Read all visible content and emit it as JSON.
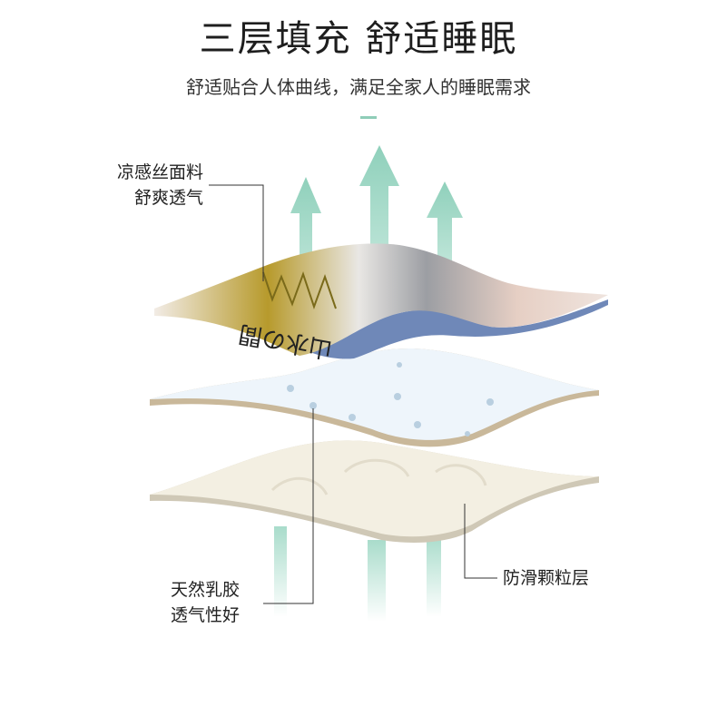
{
  "header": {
    "title": "三层填充 舒适睡眠",
    "subtitle": "舒适贴合人体曲线，满足全家人的睡眠需求"
  },
  "labels": {
    "top_layer": [
      "凉感丝面料",
      "舒爽透气"
    ],
    "middle_layer": [
      "天然乳胶",
      "透气性好"
    ],
    "bottom_layer": "防滑颗粒层"
  },
  "fabric_print_text": "山水の間",
  "colors": {
    "arrow": "#9dd5c3",
    "accent": "#8fcdb8",
    "underside": "#6f88b8"
  }
}
